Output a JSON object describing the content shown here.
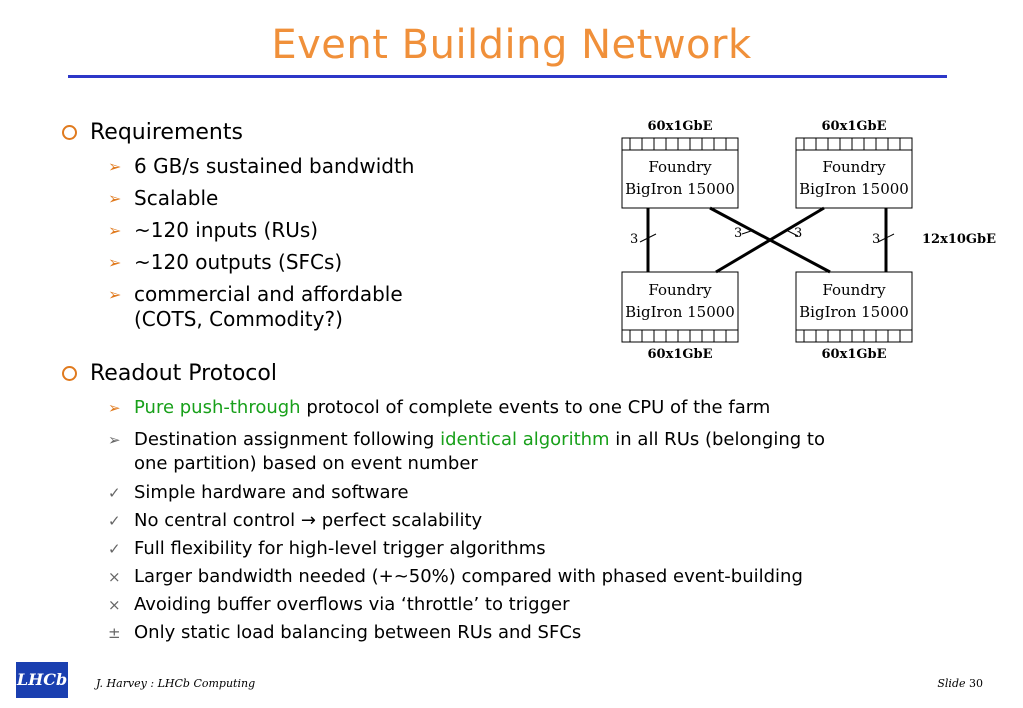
{
  "title": "Event Building Network",
  "requirements": {
    "heading": "Requirements",
    "items": [
      "6 GB/s sustained bandwidth",
      "Scalable",
      "~120 inputs (RUs)",
      "~120 outputs (SFCs)",
      "commercial and affordable"
    ],
    "item_cont": "(COTS, Commodity?)"
  },
  "diagram": {
    "top_left_label": "60x1GbE",
    "top_right_label": "60x1GbE",
    "bottom_left_label": "60x1GbE",
    "bottom_right_label": "60x1GbE",
    "box_line1": "Foundry",
    "box_line2": "BigIron 15000",
    "link_count": "3",
    "side_label": "12x10GbE"
  },
  "protocol": {
    "heading": "Readout Protocol",
    "item1_green": "Pure push-through",
    "item1_rest": " protocol of complete events to one CPU of the farm",
    "item2_pre": "Destination assignment following ",
    "item2_green": "identical algorithm",
    "item2_post": " in all RUs (belonging to",
    "item2_cont": "one partition) based on event number",
    "pros": [
      "Simple hardware and software",
      "No central control ",
      "Full flexibility for high-level trigger algorithms"
    ],
    "pro2_suffix": " perfect scalability",
    "arrow_glyph": "→",
    "cons": [
      "Larger bandwidth needed (+~50%) compared with phased event-building",
      "Avoiding buffer overflows via ‘throttle’ to trigger"
    ],
    "neutral": "Only static load balancing between RUs and SFCs",
    "check_glyph": "✓",
    "cross_glyph": "×",
    "plusminus_glyph": "±",
    "arrow_bullet": "➢"
  },
  "footer": {
    "logo_text": "LHCb",
    "author": "J. Harvey : LHCb Computing",
    "slide_word": "Slide",
    "slide_number": "30"
  },
  "colors": {
    "title": "#f0903a",
    "rule": "#2d37c8",
    "bullet": "#e07a1e",
    "highlight": "#18a01a"
  }
}
